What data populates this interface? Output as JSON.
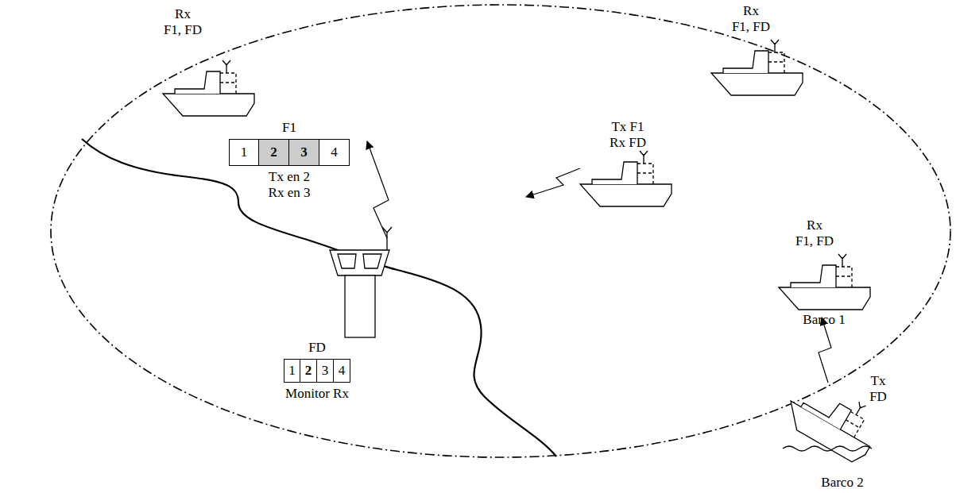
{
  "diagram": {
    "nodes": [
      {
        "text": [
          "F1",
          "Tx en 2 Rx en 3"
        ]
      },
      {
        "text": [
          "1"
        ],
        "in": 0
      },
      {
        "text": [
          "2"
        ],
        "in": 0
      },
      {
        "text": [
          "3"
        ],
        "in": 0
      },
      {
        "text": [
          "4"
        ],
        "in": 0
      },
      {
        "text": [
          "FD",
          "Monitor Rx"
        ]
      },
      {
        "text": [
          "1"
        ],
        "in": 5
      },
      {
        "text": [
          "2"
        ],
        "in": 5
      },
      {
        "text": [
          "3"
        ],
        "in": 5
      },
      {
        "text": [
          "4"
        ],
        "in": 5
      }
    ],
    "labels": [
      "Rx",
      "F1, FD",
      "Rx",
      "F1, FD",
      "Tx F1",
      "Rx FD",
      "Rx",
      "F1, FD",
      "Barco 1",
      "Tx",
      "FD",
      "Barco 2"
    ]
  }
}
